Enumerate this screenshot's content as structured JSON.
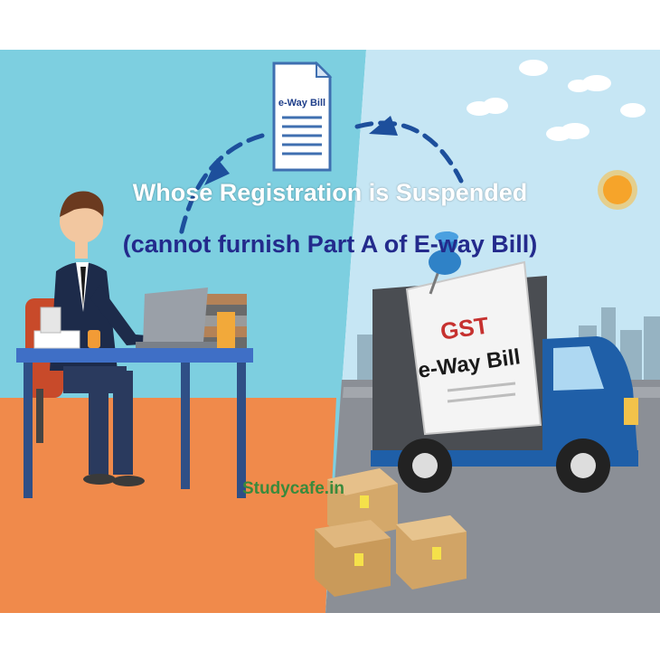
{
  "banner": {
    "title_line1": "Whose Registration is Suspended",
    "title_line2": "(cannot furnish Part A of E-way Bill)",
    "watermark": "Studycafe.in",
    "document_label": "e-Way Bill",
    "sign_line1": "GST",
    "sign_line2": "e-Way Bill"
  },
  "colors": {
    "left_sky": "#7dcfe0",
    "left_floor": "#f08a4b",
    "right_sky": "#bfe2f2",
    "road": "#8b8f96",
    "truck_blue": "#1f5fa8",
    "dash_arrow": "#1d4f9c",
    "title_line1": "#ffffff",
    "title_line2": "#232a8c",
    "watermark": "#3a8a3c"
  },
  "icons": [
    "document-icon",
    "pushpin-icon",
    "sun-icon",
    "cloud-icon",
    "box-icon",
    "laptop-icon",
    "truck-icon"
  ]
}
